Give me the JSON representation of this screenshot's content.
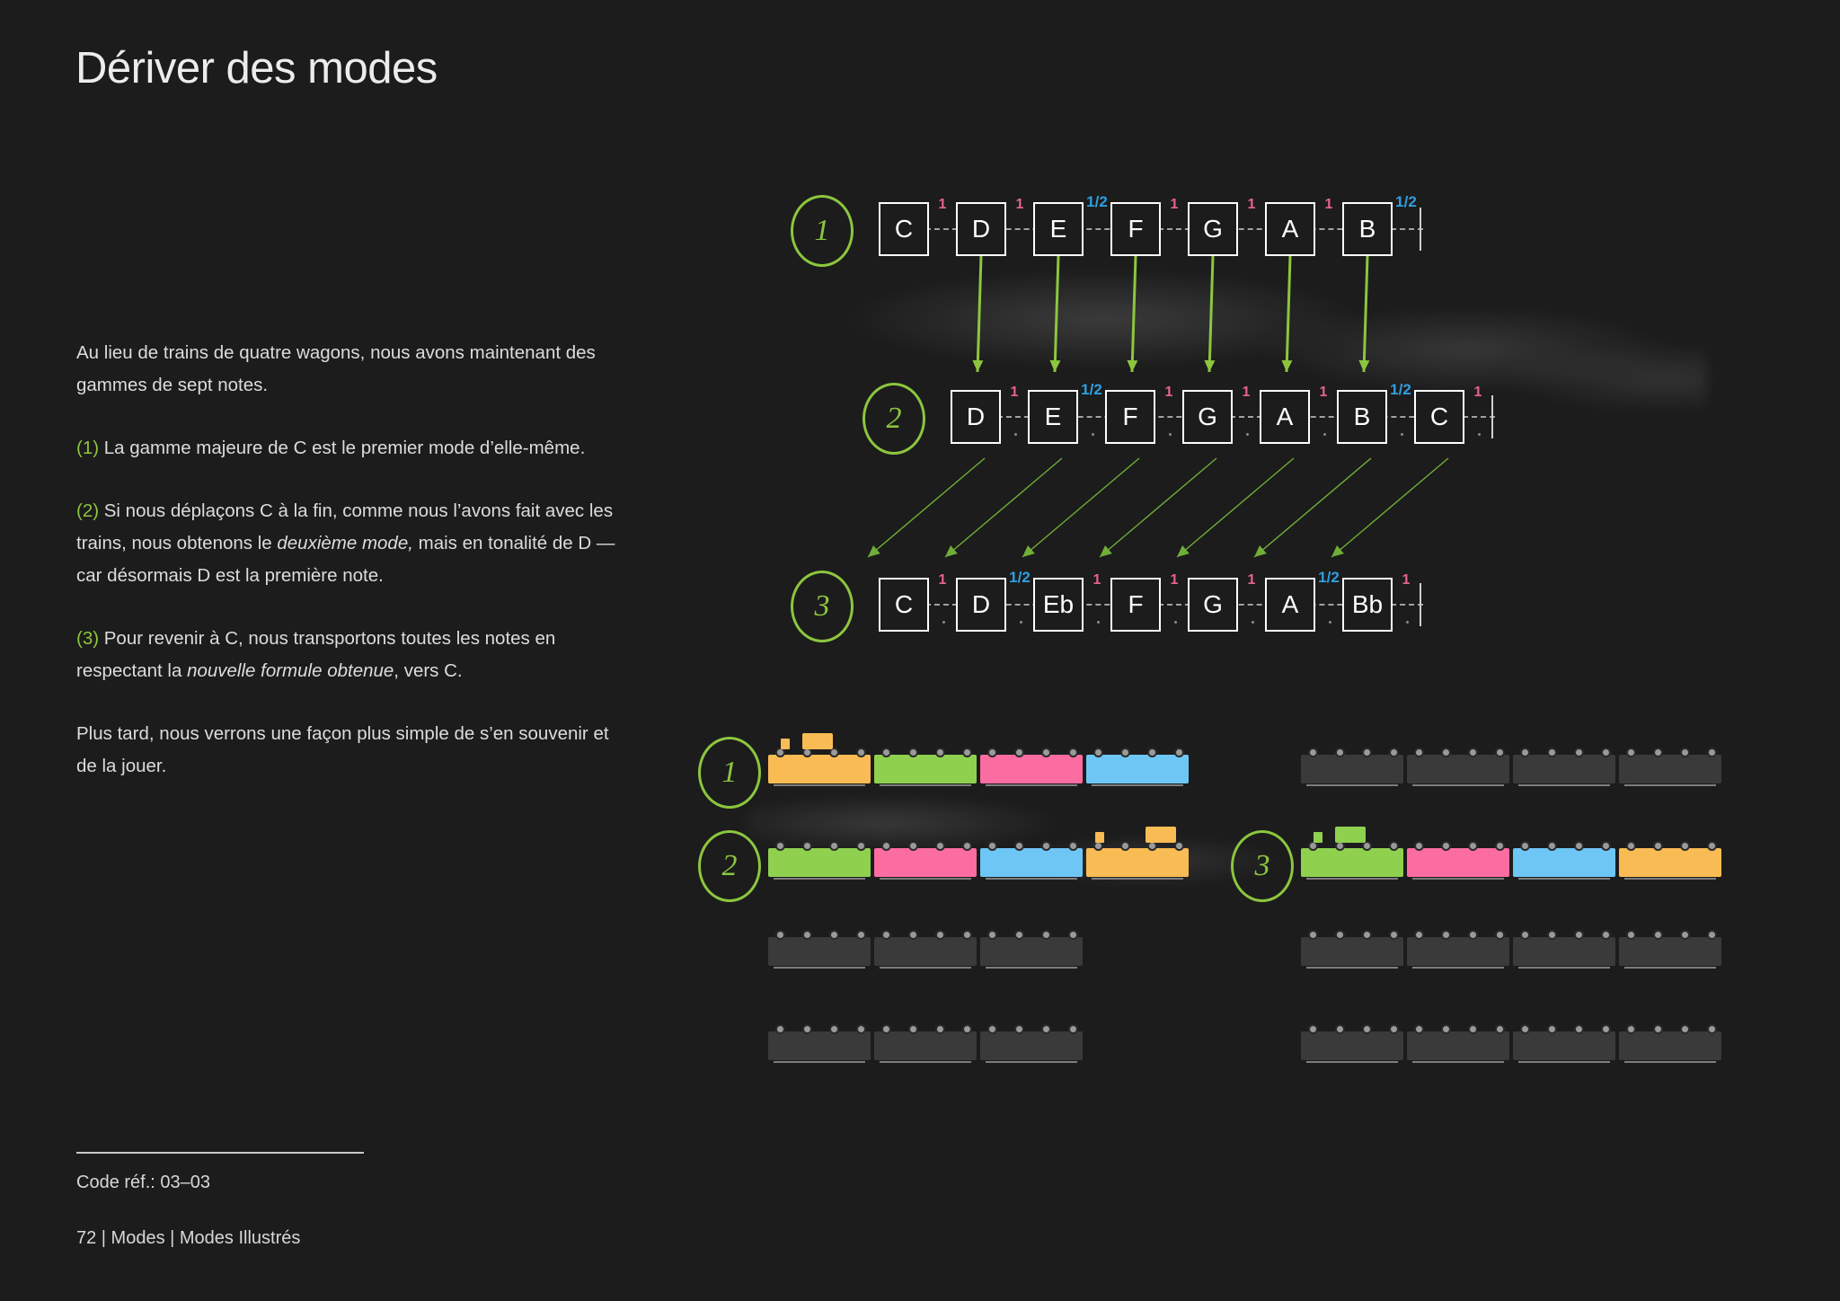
{
  "title": "Dériver des modes",
  "body": {
    "p1": "Au lieu de trains de quatre wagons, nous avons maintenant des gammes de sept notes.",
    "p2_num": "(1)",
    "p2_a": " La gamme majeure de C est le premier mode d’elle-même.",
    "p3_num": "(2)",
    "p3_a": " Si nous déplaçons C à la fin, comme nous l’avons fait avec les trains, nous obtenons le ",
    "p3_em": "deuxième mode,",
    "p3_b": " mais en tonalité de D — car désormais D est la première note.",
    "p4_num": "(3)",
    "p4_a": " Pour revenir à C, nous transportons toutes les notes en respectant la ",
    "p4_em": "nouvelle formule obtenue",
    "p4_b": ", vers C.",
    "p5": "Plus tard, nous verrons une façon plus simple de s’en souvenir et de la jouer."
  },
  "footer": {
    "code": "Code réf.:  03–03",
    "page": "72 | Modes | Modes Illustrés"
  },
  "colors": {
    "accent_green": "#8cc63e",
    "interval_whole": "#e8628c",
    "interval_half": "#2f9fe0",
    "background": "#1c1c1c",
    "note_border": "#ffffff",
    "car_orange": "#f9bc54",
    "car_green": "#8fd14f",
    "car_pink": "#fb6ca0",
    "car_blue": "#6ec6f5",
    "car_ghost": "#3a3a3a"
  },
  "scales": [
    {
      "marker": "1",
      "notes": [
        "C",
        "D",
        "E",
        "F",
        "G",
        "A",
        "B"
      ],
      "intervals": [
        "1",
        "1",
        "1/2",
        "1",
        "1",
        "1",
        "1/2"
      ],
      "has_end_bar": true
    },
    {
      "marker": "2",
      "notes": [
        "D",
        "E",
        "F",
        "G",
        "A",
        "B",
        "C"
      ],
      "intervals": [
        "1",
        "1/2",
        "1",
        "1",
        "1",
        "1/2",
        "1"
      ],
      "has_end_bar": true
    },
    {
      "marker": "3",
      "notes": [
        "C",
        "D",
        "Eb",
        "F",
        "G",
        "A",
        "Bb"
      ],
      "intervals": [
        "1",
        "1/2",
        "1",
        "1",
        "1",
        "1/2",
        "1"
      ],
      "has_end_bar": true
    }
  ],
  "trains": {
    "left": [
      {
        "marker": "1",
        "cars": [
          "orange-loco",
          "green",
          "pink",
          "blue"
        ],
        "ghost": false
      },
      {
        "marker": "2",
        "cars": [
          "green",
          "pink",
          "blue",
          "orange-loco-rear"
        ],
        "ghost": false
      },
      {
        "marker": "",
        "cars": [
          "ghost",
          "ghost",
          "ghost"
        ],
        "ghost": true
      },
      {
        "marker": "",
        "cars": [
          "ghost",
          "ghost",
          "ghost"
        ],
        "ghost": true
      }
    ],
    "right": [
      {
        "marker": "",
        "cars": [
          "ghost",
          "ghost",
          "ghost",
          "ghost"
        ],
        "ghost": true
      },
      {
        "marker": "3",
        "cars": [
          "green-loco",
          "pink",
          "blue",
          "orange"
        ],
        "ghost": false
      },
      {
        "marker": "",
        "cars": [
          "ghost",
          "ghost",
          "ghost",
          "ghost"
        ],
        "ghost": true
      },
      {
        "marker": "",
        "cars": [
          "ghost",
          "ghost",
          "ghost",
          "ghost"
        ],
        "ghost": true
      }
    ]
  }
}
